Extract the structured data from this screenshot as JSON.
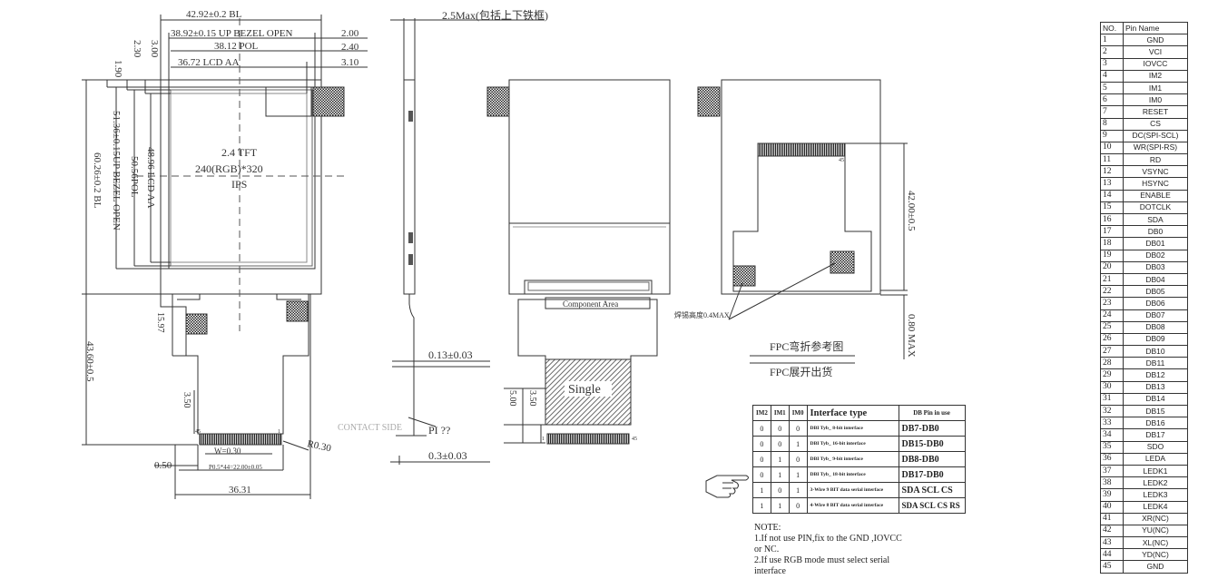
{
  "front_view": {
    "dims": {
      "bl_width": "42.92±0.2 BL",
      "bezel_open_width": "38.92±0.15 UP BEZEL OPEN",
      "pol_width": "38.12 POL",
      "lcd_aa_width": "36.72 LCD AA",
      "right_2_00": "2.00",
      "right_2_40": "2.40",
      "right_3_10": "3.10",
      "vert_1_90": "1.90",
      "vert_2_30": "2.30",
      "vert_3_00": "3.00",
      "bl_height": "60.26±0.2 BL",
      "bezel_open_height": "51.36±0.15UP BEZEL OPEN",
      "pol_height": "50.56POL",
      "lcd_aa_height": "48.96 LCD AA",
      "fpc_length": "43.60±0.5",
      "fpc_15_97": "15.97",
      "fpc_3_50": "3.50",
      "w_0_30": "W=0.30",
      "pitch": "P0.5*44=22.00±0.05",
      "dim_0_50": "0.50",
      "dim_36_31": "36.31",
      "radius": "R0.30",
      "pin1": "1",
      "pin45": "45"
    },
    "center_lines": [
      "2.4 TFT",
      "240(RGB)*320",
      "IPS"
    ]
  },
  "side_view": {
    "thickness": "2.5Max(包括上下铁框)",
    "dim_0_13": "0.13±0.03",
    "contact_side": "CONTACT SIDE",
    "pi": "PI ??",
    "dim_0_3": "0.3±0.03"
  },
  "back_view": {
    "component_area": "Component Area",
    "single": "Single",
    "dim_5_00": "5.00",
    "dim_3_50": "3.50",
    "pin1": "1",
    "pin45": "45"
  },
  "fpc_view": {
    "dim_42_00": "42.00±0.5",
    "dim_0_80": "0.80 MAX",
    "solder_height": "焊锡高度0.4MAX",
    "fpc_bend": "FPC弯折参考图",
    "fpc_unfold": "FPC展开出货",
    "pin45": "45"
  },
  "interface_table": {
    "headers": [
      "IM2",
      "IM1",
      "IM0",
      "Interface type",
      "DB Pin in use"
    ],
    "rows": [
      {
        "im2": "0",
        "im1": "0",
        "im0": "0",
        "type": "DBI Tyb_ 8-bit interface",
        "pins": "DB7-DB0"
      },
      {
        "im2": "0",
        "im1": "0",
        "im0": "1",
        "type": "DBI Tyb_ 16-bit interface",
        "pins": "DB15-DB0"
      },
      {
        "im2": "0",
        "im1": "1",
        "im0": "0",
        "type": "DBI Tyb_ 9-bit interface",
        "pins": "DB8-DB0"
      },
      {
        "im2": "0",
        "im1": "1",
        "im0": "1",
        "type": "DBI Tyb_ 18-bit interface",
        "pins": "DB17-DB0"
      },
      {
        "im2": "1",
        "im1": "0",
        "im0": "1",
        "type": "3-Wire 9 BIT data serial interface",
        "pins": "SDA SCL CS"
      },
      {
        "im2": "1",
        "im1": "1",
        "im0": "0",
        "type": "4-Wire 8 BIT data serial interface",
        "pins": "SDA SCL CS RS"
      }
    ]
  },
  "notes": {
    "title": "NOTE:",
    "lines": [
      "1.If not use PIN,fix to the GND ,IOVCC",
      "or NC.",
      "2.If  use RGB mode must select serial",
      "interface"
    ]
  },
  "pin_table": {
    "header_no": "NO.",
    "header_name": "Pin Name",
    "pins": [
      {
        "no": "1",
        "name": "GND"
      },
      {
        "no": "2",
        "name": "VCI"
      },
      {
        "no": "3",
        "name": "IOVCC"
      },
      {
        "no": "4",
        "name": "IM2"
      },
      {
        "no": "5",
        "name": "IM1"
      },
      {
        "no": "6",
        "name": "IM0"
      },
      {
        "no": "7",
        "name": "RESET"
      },
      {
        "no": "8",
        "name": "CS"
      },
      {
        "no": "9",
        "name": "DC(SPI-SCL)"
      },
      {
        "no": "10",
        "name": "WR(SPI-RS)"
      },
      {
        "no": "11",
        "name": "RD"
      },
      {
        "no": "12",
        "name": "VSYNC"
      },
      {
        "no": "13",
        "name": "HSYNC"
      },
      {
        "no": "14",
        "name": "ENABLE"
      },
      {
        "no": "15",
        "name": "DOTCLK"
      },
      {
        "no": "16",
        "name": "SDA"
      },
      {
        "no": "17",
        "name": "DB0"
      },
      {
        "no": "18",
        "name": "DB01"
      },
      {
        "no": "19",
        "name": "DB02"
      },
      {
        "no": "20",
        "name": "DB03"
      },
      {
        "no": "21",
        "name": "DB04"
      },
      {
        "no": "22",
        "name": "DB05"
      },
      {
        "no": "23",
        "name": "DB06"
      },
      {
        "no": "24",
        "name": "DB07"
      },
      {
        "no": "25",
        "name": "DB08"
      },
      {
        "no": "26",
        "name": "DB09"
      },
      {
        "no": "27",
        "name": "DB10"
      },
      {
        "no": "28",
        "name": "DB11"
      },
      {
        "no": "29",
        "name": "DB12"
      },
      {
        "no": "30",
        "name": "DB13"
      },
      {
        "no": "31",
        "name": "DB14"
      },
      {
        "no": "32",
        "name": "DB15"
      },
      {
        "no": "33",
        "name": "DB16"
      },
      {
        "no": "34",
        "name": "DB17"
      },
      {
        "no": "35",
        "name": "SDO"
      },
      {
        "no": "36",
        "name": "LEDA"
      },
      {
        "no": "37",
        "name": "LEDK1"
      },
      {
        "no": "38",
        "name": "LEDK2"
      },
      {
        "no": "39",
        "name": "LEDK3"
      },
      {
        "no": "40",
        "name": "LEDK4"
      },
      {
        "no": "41",
        "name": "XR(NC)"
      },
      {
        "no": "42",
        "name": "YU(NC)"
      },
      {
        "no": "43",
        "name": "XL(NC)"
      },
      {
        "no": "44",
        "name": "YD(NC)"
      },
      {
        "no": "45",
        "name": "GND"
      }
    ]
  }
}
